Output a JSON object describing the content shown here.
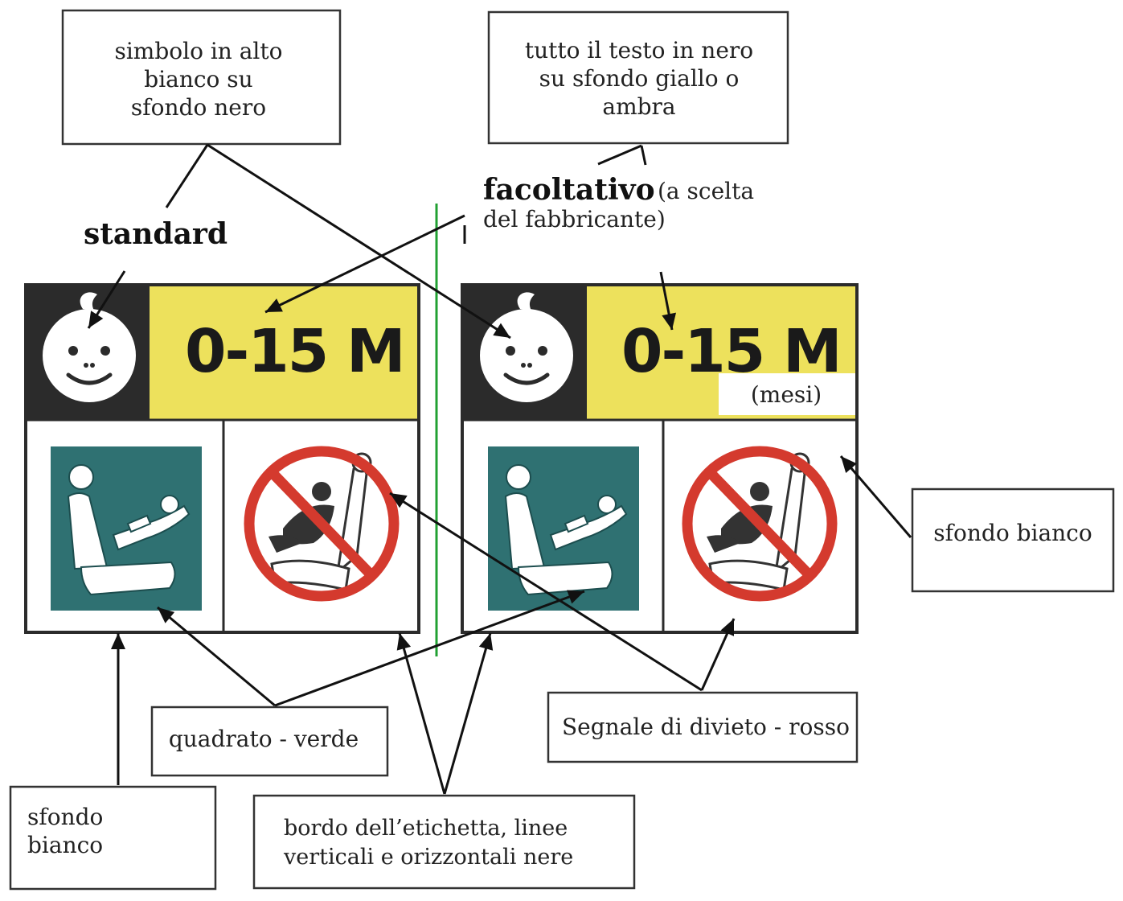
{
  "colors": {
    "dark_cell": "#2b2b2b",
    "yellow_cell": "#ede15c",
    "green_square": "#2f7172",
    "red_sign": "#d43a2e",
    "separator": "#22a033",
    "label_border": "#333333"
  },
  "headings": {
    "standard": "standard",
    "optional": "facoltativo",
    "optional_note_1": "(a  scelta",
    "optional_note_2": "del fabbricante)"
  },
  "callouts": {
    "top_symbol": [
      "simbolo  in  alto",
      "bianco  su",
      "sfondo  nero"
    ],
    "all_text": [
      "tutto  il  testo  in  nero",
      "su  sfondo  giallo  o",
      "ambra"
    ],
    "white_bg_right": [
      "sfondo  bianco"
    ],
    "square_green": [
      "quadrato  -  verde"
    ],
    "prohibition_red": [
      "Segnale  di  divieto  -  rosso"
    ],
    "white_bg_left": [
      "sfondo",
      "bianco"
    ],
    "label_border": [
      "bordo    dell’etichetta,    linee",
      "verticali  e  orizzontali  nere"
    ]
  },
  "labels": {
    "left": {
      "age_range": "0-15 M"
    },
    "right": {
      "age_range": "0-15 M",
      "unit_note": "(mesi)"
    }
  },
  "icons": [
    "baby-face-icon",
    "rear-facing-seat-icon",
    "no-front-airbag-icon"
  ]
}
